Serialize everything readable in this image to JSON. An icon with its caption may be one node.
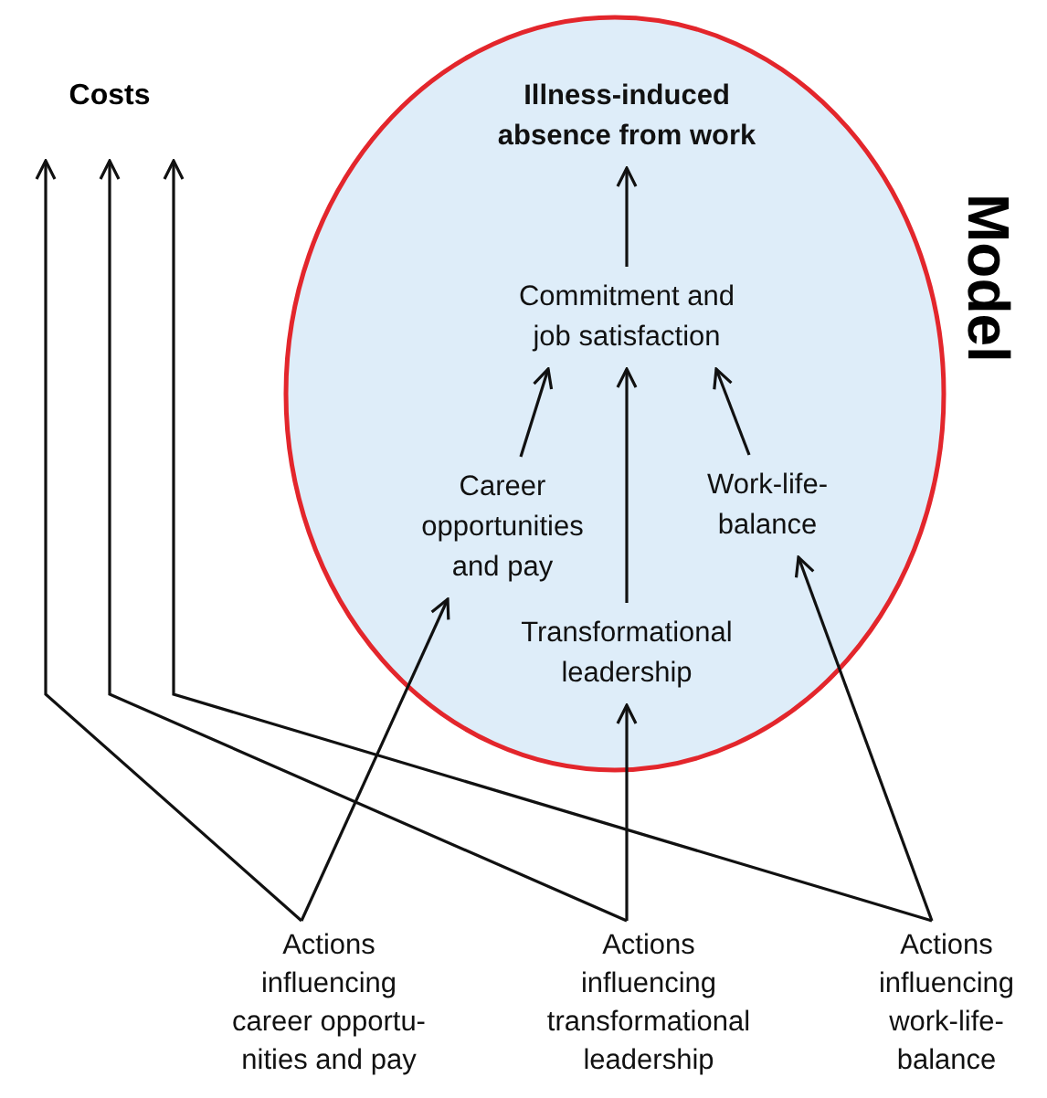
{
  "diagram": {
    "nodes": [
      {
        "text": [
          "Model"
        ]
      },
      {
        "text": [
          "Illness-induced absence from work"
        ],
        "in": 0
      },
      {
        "text": [
          "Commitment and job satisfaction"
        ],
        "in": 0
      },
      {
        "text": [
          "Career opportunities and pay"
        ],
        "in": 0
      },
      {
        "text": [
          "Work-life-balance"
        ],
        "in": 0
      },
      {
        "text": [
          "Transformational leadership"
        ],
        "in": 0
      },
      {
        "text": [
          "Costs"
        ]
      },
      {
        "text": [
          "Actions influencing career opportu-nities and pay"
        ]
      },
      {
        "text": [
          "Actions influencing transformational leadership"
        ]
      },
      {
        "text": [
          "Actions influencing work-life-balance"
        ]
      }
    ],
    "edges": [
      {
        "from": 2,
        "to": 1,
        "arrow": "to"
      },
      {
        "from": 3,
        "to": 2,
        "arrow": "to"
      },
      {
        "from": 5,
        "to": 2,
        "arrow": "to"
      },
      {
        "from": 4,
        "to": 2,
        "arrow": "to"
      },
      {
        "from": 7,
        "to": 3,
        "arrow": "to"
      },
      {
        "from": 8,
        "to": 5,
        "arrow": "to"
      },
      {
        "from": 9,
        "to": 4,
        "arrow": "to"
      },
      {
        "from": 7,
        "to": 6,
        "arrow": "to"
      },
      {
        "from": 8,
        "to": 6,
        "arrow": "to"
      },
      {
        "from": 9,
        "to": 6,
        "arrow": "to"
      }
    ]
  }
}
